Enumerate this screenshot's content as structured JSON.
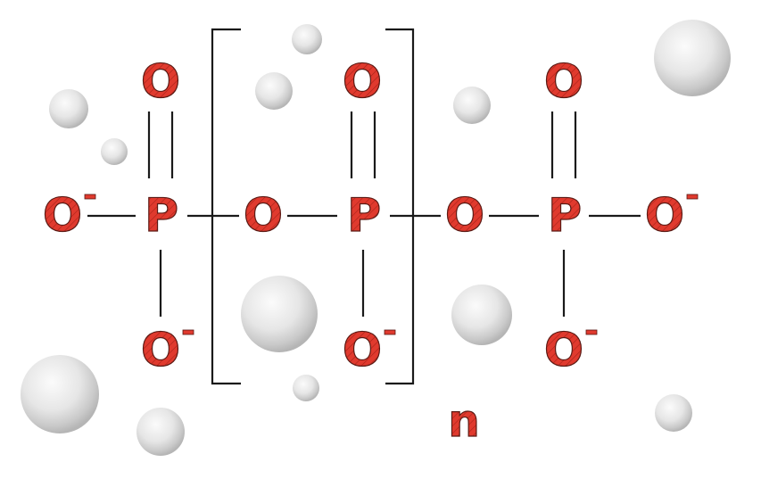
{
  "diagram": {
    "atoms": {
      "o_top_1": "O",
      "o_top_2": "O",
      "o_top_3": "O",
      "o_left": "O",
      "p_1": "P",
      "o_bridge_1": "O",
      "p_2": "P",
      "o_bridge_2": "O",
      "p_3": "P",
      "o_right": "O",
      "o_bottom_1": "O",
      "o_bottom_2": "O",
      "o_bottom_3": "O"
    },
    "repeat_subscript": "n",
    "colors": {
      "atom_fill": "#e03a2e",
      "atom_outline": "#5a1a14",
      "bond": "#1a1a1a"
    }
  }
}
